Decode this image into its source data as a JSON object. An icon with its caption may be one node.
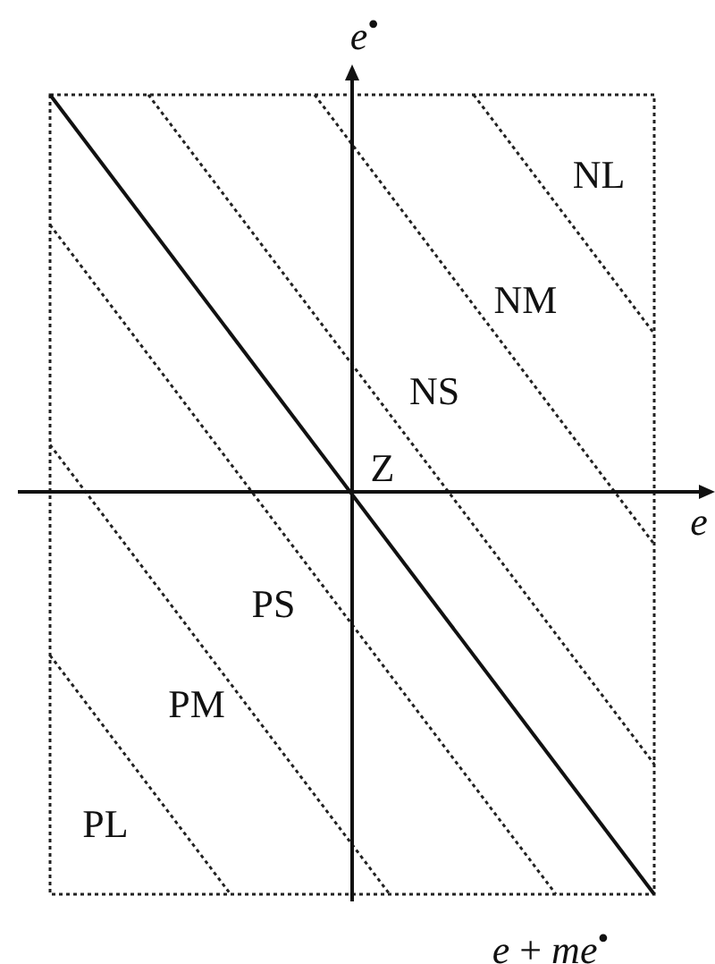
{
  "diagram": {
    "labels": [
      "*e*$^{•}$",
      "NL",
      "NM",
      "NS",
      "Z",
      "*e*",
      "PS",
      "PM",
      "PL",
      "*e* + *me*$^{•}$"
    ]
  }
}
